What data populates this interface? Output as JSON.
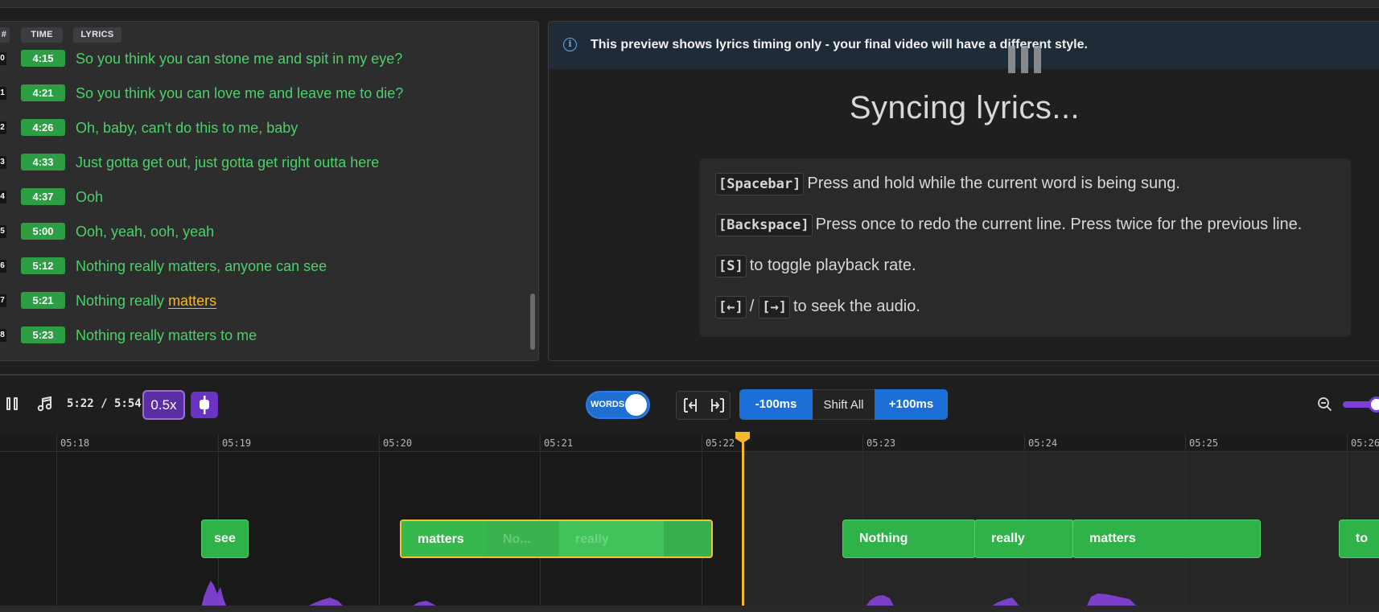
{
  "lyrics_table": {
    "headers": {
      "num": "#",
      "time": "TIME",
      "lyrics": "LYRICS"
    },
    "rows": [
      {
        "num": "0",
        "time": "4:15",
        "text": "So you think you can stone me and spit in my eye?"
      },
      {
        "num": "1",
        "time": "4:21",
        "text": "So you think you can love me and leave me to die?"
      },
      {
        "num": "2",
        "time": "4:26",
        "text": "Oh, baby, can't do this to me, baby"
      },
      {
        "num": "3",
        "time": "4:33",
        "text": "Just gotta get out, just gotta get right outta here"
      },
      {
        "num": "4",
        "time": "4:37",
        "text": "Ooh"
      },
      {
        "num": "5",
        "time": "5:00",
        "text": "Ooh, yeah, ooh, yeah"
      },
      {
        "num": "6",
        "time": "5:12",
        "text": "Nothing really matters, anyone can see"
      },
      {
        "num": "7",
        "time": "5:21",
        "text_before": "Nothing really ",
        "text_current": "matters"
      },
      {
        "num": "8",
        "time": "5:23",
        "text": "Nothing really matters to me"
      }
    ]
  },
  "preview": {
    "info": "This preview shows lyrics timing only - your final video will have a different style.",
    "status_title": "Syncing lyrics...",
    "hints": [
      {
        "keys": [
          "[Spacebar]"
        ],
        "text": "Press and hold while the current word is being sung."
      },
      {
        "keys": [
          "[Backspace]"
        ],
        "text": "Press once to redo the current line. Press twice for the previous line."
      },
      {
        "keys": [
          "[S]"
        ],
        "text": "to toggle playback rate."
      },
      {
        "keys": [
          "[←]",
          "[→]"
        ],
        "separator": "/",
        "text": "to seek the audio."
      }
    ]
  },
  "toolbar": {
    "time_display": "5:22 / 5:54",
    "playback_rate": "0.5x",
    "words_toggle_label": "WORDS",
    "words_toggle_on": true,
    "nudge_minus": "-100ms",
    "shift_all": "Shift All",
    "nudge_plus": "+100ms"
  },
  "timeline": {
    "tick_labels": [
      "05:18",
      "05:19",
      "05:20",
      "05:21",
      "05:22",
      "05:23",
      "05:24",
      "05:25",
      "05:26"
    ],
    "playhead_time": "05:22",
    "words": [
      {
        "label": "see",
        "selected": false
      },
      {
        "label": "matters",
        "selected": true,
        "overlapped": [
          "No...",
          "really"
        ]
      },
      {
        "label": "Nothing",
        "selected": false
      },
      {
        "label": "really",
        "selected": false
      },
      {
        "label": "matters",
        "selected": false
      },
      {
        "label": "to",
        "selected": false
      }
    ]
  },
  "colors": {
    "accent_green": "#2e9e45",
    "lyric_green": "#4cd06a",
    "current_word": "#f5b82a",
    "playhead": "#f5b82a",
    "purple": "#6b33c4",
    "blue": "#1c6fd6"
  }
}
